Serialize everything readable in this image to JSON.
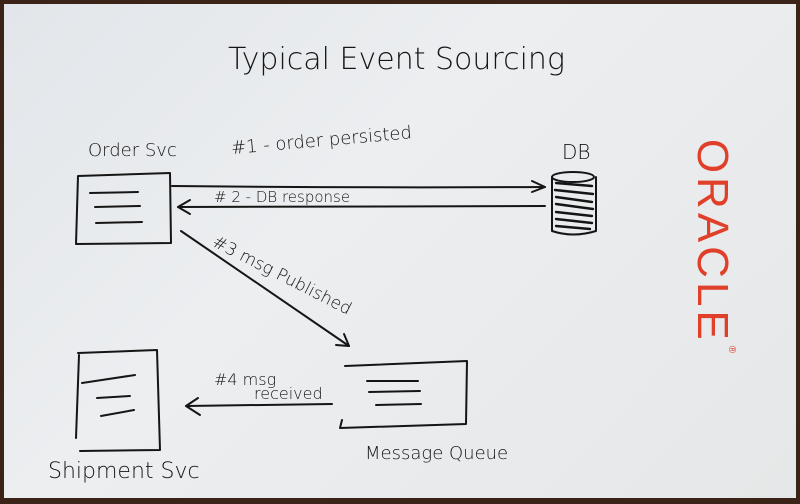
{
  "title": "Typical Event Sourcing",
  "nodes": {
    "order_svc": "Order Svc",
    "db": "DB",
    "message_queue": "Message Queue",
    "shipment_svc": "Shipment Svc"
  },
  "edges": [
    {
      "from": "Order Svc",
      "to": "DB",
      "label": "#1 - order persisted"
    },
    {
      "from": "DB",
      "to": "Order Svc",
      "label": "# 2 - DB response"
    },
    {
      "from": "Order Svc",
      "to": "Message Queue",
      "label": "#3 msg Published"
    },
    {
      "from": "Message Queue",
      "to": "Shipment Svc",
      "label_line1": "#4 msg",
      "label_line2": "received"
    }
  ],
  "brand": {
    "text": "ORACLE",
    "mark": "®",
    "color": "#e0402a"
  }
}
